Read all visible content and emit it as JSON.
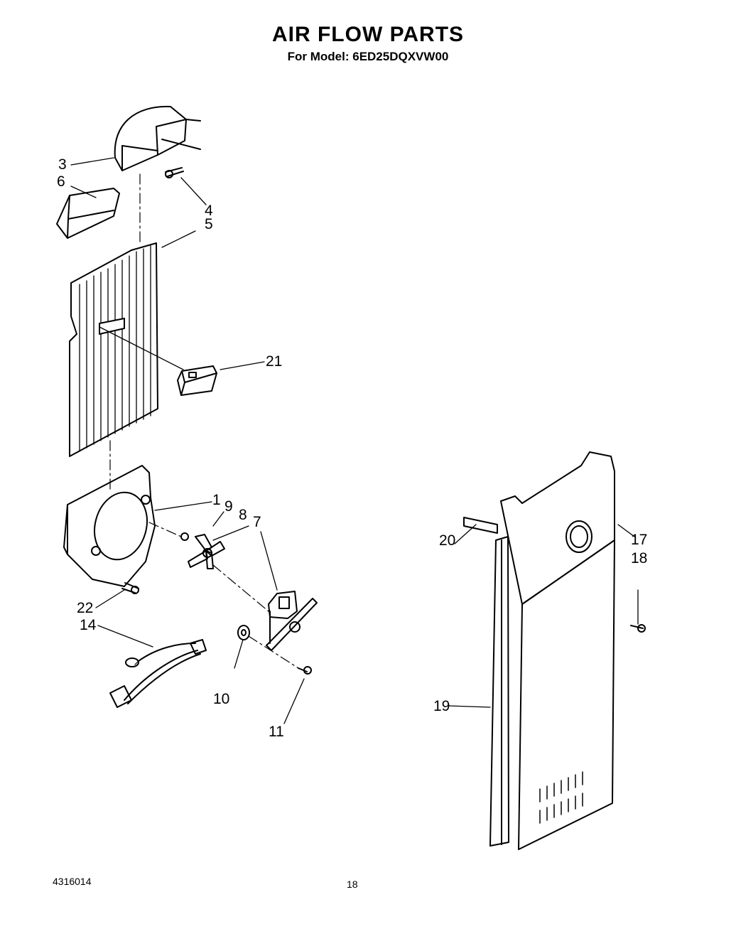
{
  "header": {
    "title": "AIR FLOW PARTS",
    "subtitle": "For Model: 6ED25DQXVW00"
  },
  "footer": {
    "doc_number": "4316014",
    "page_number": "18"
  },
  "callouts": {
    "c1": "1",
    "c3": "3",
    "c4": "4",
    "c5": "5",
    "c6": "6",
    "c7": "7",
    "c8": "8",
    "c9": "9",
    "c10": "10",
    "c11": "11",
    "c14": "14",
    "c17": "17",
    "c18": "18",
    "c19": "19",
    "c20": "20",
    "c21": "21",
    "c22": "22"
  }
}
